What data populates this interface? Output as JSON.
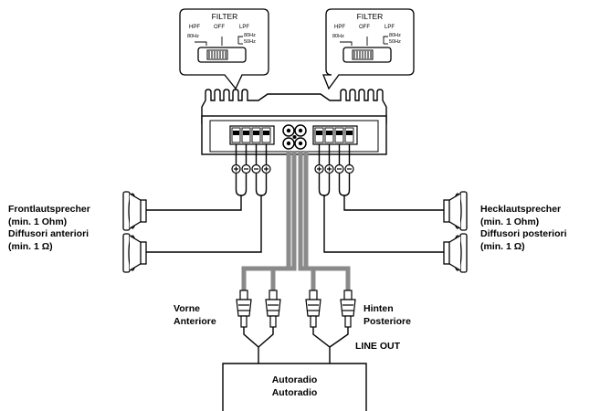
{
  "filter_left": {
    "title": "FILTER",
    "hpf": "HPF",
    "off": "OFF",
    "lpf": "LPF",
    "hpf_freq": "80Hz",
    "lpf_freq_1": "80Hz",
    "lpf_freq_2": "50Hz"
  },
  "filter_right": {
    "title": "FILTER",
    "hpf": "HPF",
    "off": "OFF",
    "lpf": "LPF",
    "hpf_freq": "80Hz",
    "lpf_freq_1": "80Hz",
    "lpf_freq_2": "50Hz"
  },
  "front_speakers": {
    "line1": "Frontlautsprecher",
    "line2": "(min. 1 Ohm)",
    "line3": "Diffusori anteriori",
    "line4": "(min. 1 Ω)"
  },
  "rear_speakers": {
    "line1": "Hecklautsprecher",
    "line2": "(min. 1 Ohm)",
    "line3": "Diffusori posteriori",
    "line4": "(min. 1 Ω)"
  },
  "front_rca": {
    "line1": "Vorne",
    "line2": "Anteriore"
  },
  "rear_rca": {
    "line1": "Hinten",
    "line2": "Posteriore"
  },
  "line_out": "LINE OUT",
  "head_unit": {
    "line1": "Autoradio",
    "line2": "Autoradio"
  },
  "colors": {
    "line": "#000000",
    "rca_cable": "#8a8a8a",
    "fill": "#ffffff"
  }
}
